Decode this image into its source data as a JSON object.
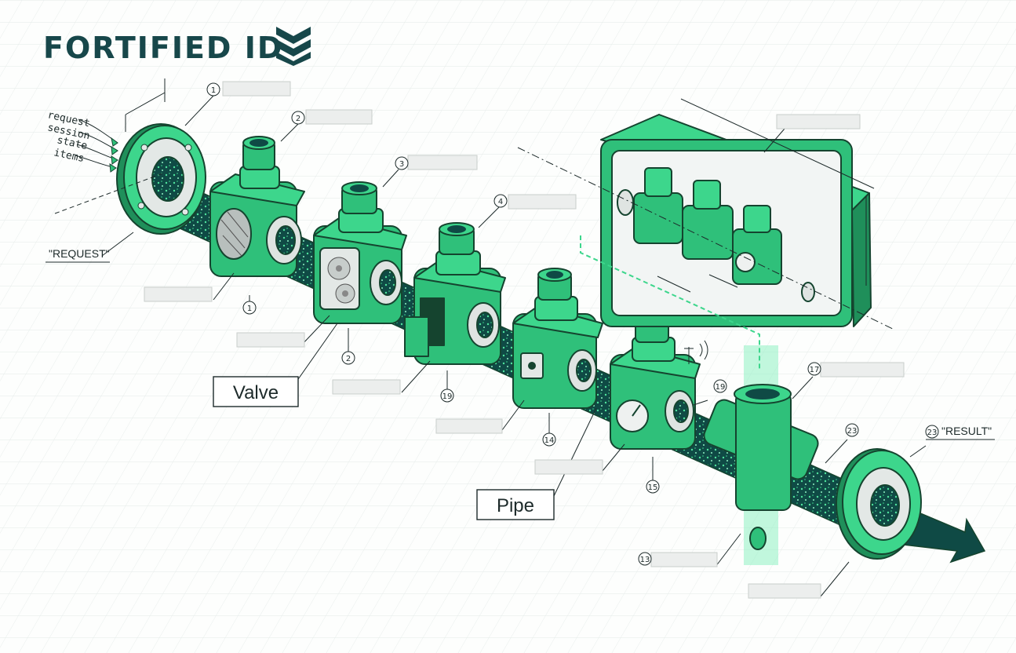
{
  "brand": {
    "name": "FORTIFIED ID",
    "logo_icon": "chevron-stack-icon"
  },
  "inputs": [
    "request",
    "session",
    "state",
    "items"
  ],
  "labels": {
    "request": "\"REQUEST\"",
    "result": "\"RESULT\"",
    "valve": "Valve",
    "pipe": "Pipe"
  },
  "callouts": [
    "1",
    "2",
    "3",
    "4",
    "1",
    "2",
    "19",
    "14",
    "15",
    "19",
    "17",
    "23",
    "23",
    "13"
  ],
  "colors": {
    "green": "#3dd68c",
    "green_mid": "#2fc07a",
    "green_dark": "#1f8f5a",
    "teal": "#0f4a45",
    "outline": "#15442f",
    "brand": "#17474a"
  }
}
